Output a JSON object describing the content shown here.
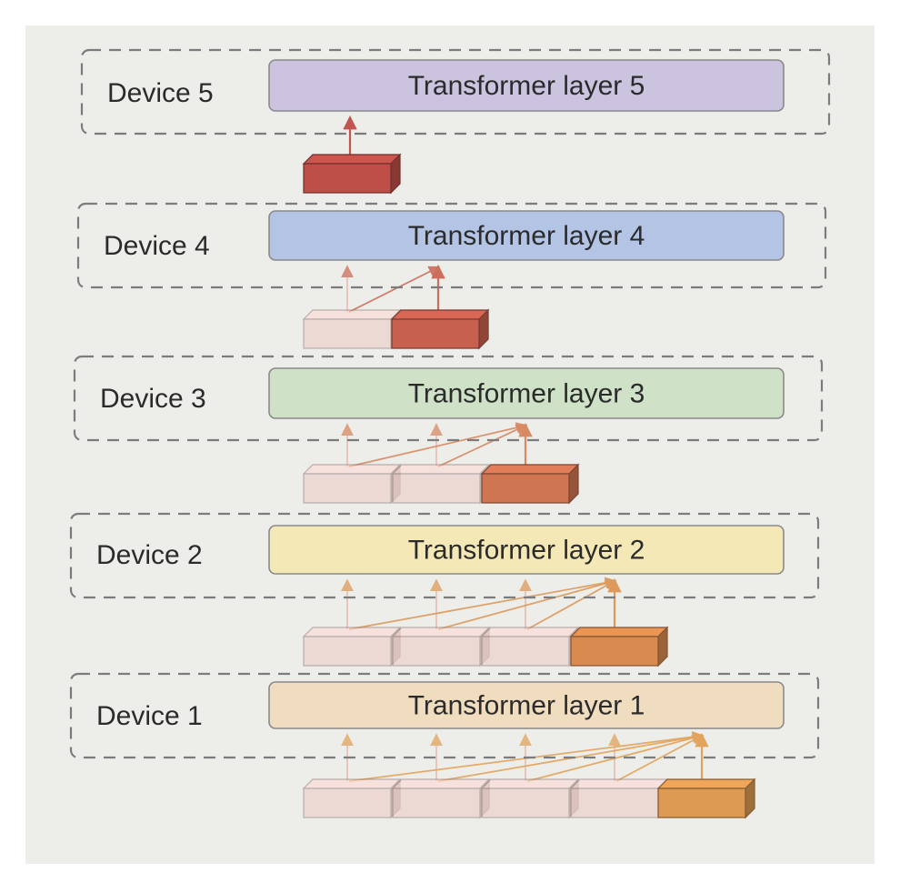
{
  "devices": [
    {
      "device_label": "Device 5",
      "layer_label": "Transformer layer 5",
      "layer_color": "#ccc3df"
    },
    {
      "device_label": "Device 4",
      "layer_label": "Transformer layer 4",
      "layer_color": "#b3c4e4"
    },
    {
      "device_label": "Device 3",
      "layer_label": "Transformer layer 3",
      "layer_color": "#cfe1c6"
    },
    {
      "device_label": "Device 2",
      "layer_label": "Transformer layer 2",
      "layer_color": "#f4e8b6"
    },
    {
      "device_label": "Device 1",
      "layer_label": "Transformer layer 1",
      "layer_color": "#f0dcbf"
    }
  ],
  "colors": {
    "background": "#ededea",
    "dashed_border": "#7c7c7c",
    "layer_border": "#8a8a8a",
    "label_text": "#2b2b2b"
  },
  "token_rows": [
    {
      "feeds_device": "Device 1",
      "faded_tokens": 4,
      "active_color": "#dd9a52",
      "arrow_color": "#e2a45c"
    },
    {
      "feeds_device": "Device 2",
      "faded_tokens": 3,
      "active_color": "#d98a4e",
      "arrow_color": "#dd9a5c"
    },
    {
      "feeds_device": "Device 3",
      "faded_tokens": 2,
      "active_color": "#d07552",
      "arrow_color": "#d88a62"
    },
    {
      "feeds_device": "Device 4",
      "faded_tokens": 1,
      "active_color": "#c8604f",
      "arrow_color": "#cc6e5c"
    },
    {
      "feeds_device": "Device 5",
      "faded_tokens": 0,
      "active_color": "#be4f48",
      "arrow_color": "#c2564f"
    }
  ]
}
